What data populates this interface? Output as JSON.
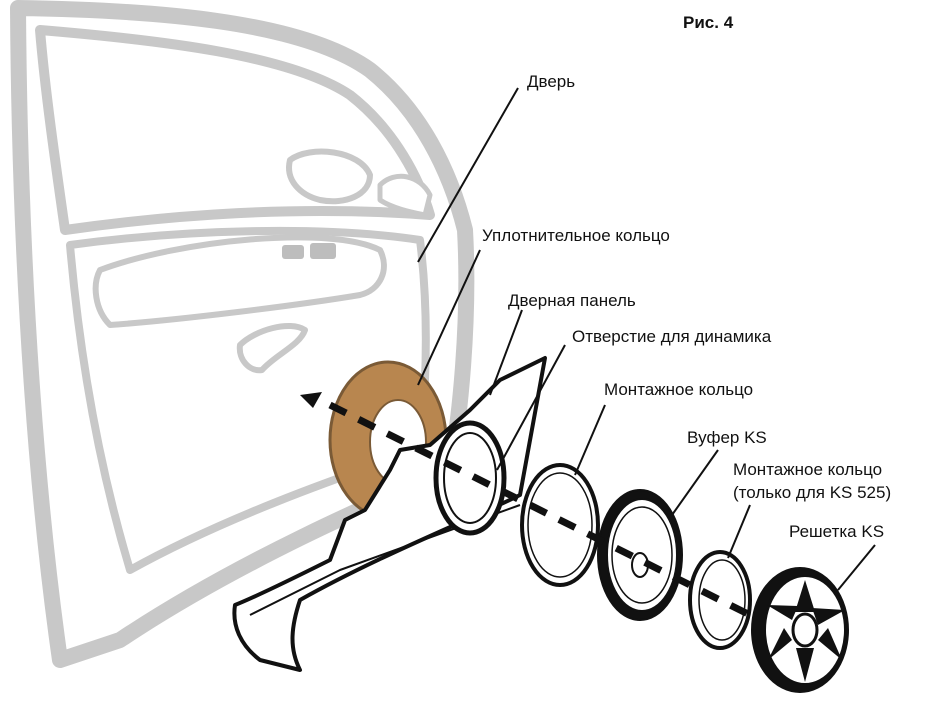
{
  "figure": {
    "number": "Рис. 4"
  },
  "labels": {
    "door": "Дверь",
    "seal_ring": "Уплотнительное кольцо",
    "door_panel": "Дверная панель",
    "speaker_hole": "Отверстие для динамика",
    "mounting_ring": "Монтажное кольцо",
    "woofer": "Вуфер KS",
    "mounting_ring_ks525_line1": "Монтажное кольцо",
    "mounting_ring_ks525_line2": "(только для KS 525)",
    "grille": "Решетка KS"
  },
  "colors": {
    "door_outline": "#c8c8c8",
    "door_inner": "#b4b4b4",
    "seal_ring": "#b8864f",
    "seal_ring_edge": "#7a5a36",
    "line": "#111111"
  }
}
